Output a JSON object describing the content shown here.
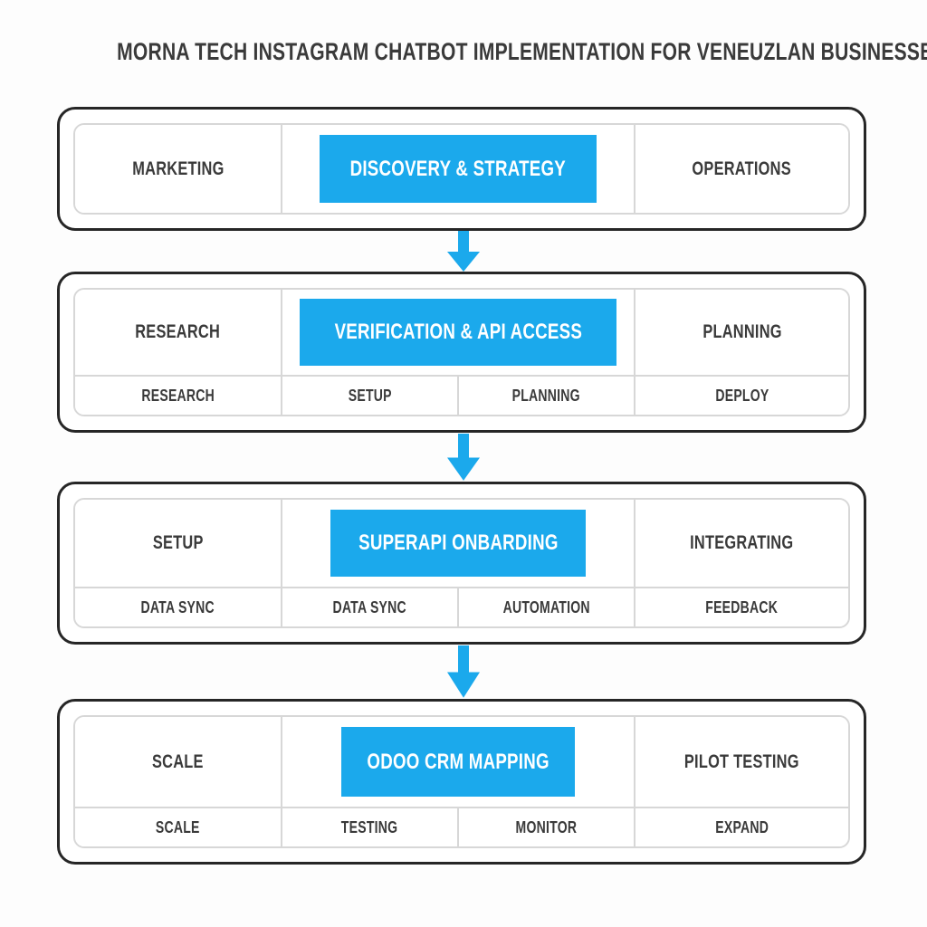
{
  "title": "MORNA TECH INSTAGRAM CHATBOT IMPLEMENTATION FOR VENEUZLAN BUSINESSES",
  "colors": {
    "accent": "#1BA9EC",
    "outer_border": "#262626",
    "inner_border": "#D7D7D7",
    "text": "#3A3A3A",
    "blue_text": "#FFFFFF",
    "background": "#FDFDFD"
  },
  "arrow": {
    "icon": "down-arrow"
  },
  "stages": [
    {
      "left": "MARKETING",
      "center": "DISCOVERY & STRATEGY",
      "right": "OPERATIONS",
      "sub": []
    },
    {
      "left": "RESEARCH",
      "center": "VERIFICATION & API ACCESS",
      "right": "PLANNING",
      "sub": [
        "RESEARCH",
        "SETUP",
        "PLANNING",
        "DEPLOY"
      ]
    },
    {
      "left": "SETUP",
      "center": "SUPERAPI ONBARDING",
      "right": "INTEGRATING",
      "sub": [
        "DATA SYNC",
        "DATA SYNC",
        "AUTOMATION",
        "FEEDBACK"
      ]
    },
    {
      "left": "SCALE",
      "center": "ODOO CRM MAPPING",
      "right": "PILOT TESTING",
      "sub": [
        "SCALE",
        "TESTING",
        "MONITOR",
        "EXPAND"
      ]
    }
  ]
}
